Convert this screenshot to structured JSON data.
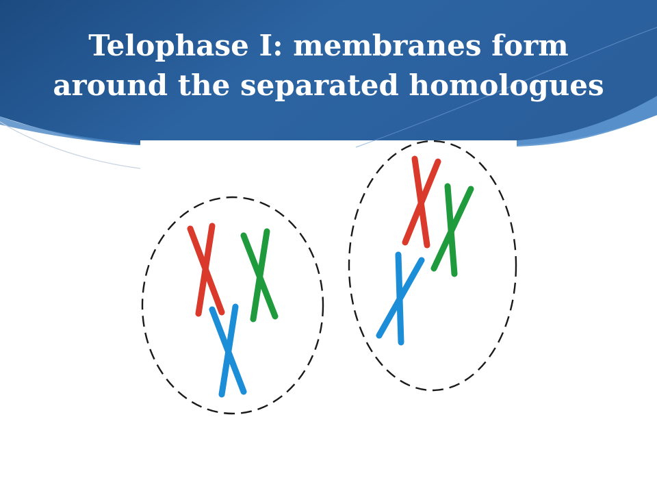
{
  "slide": {
    "title_line_1": "Telophase I: membranes form",
    "title_line_2": "around the separated homologues"
  },
  "colors": {
    "banner_dark": "#1e4f86",
    "banner_mid": "#2f6aa8",
    "banner_light": "#5b95cf",
    "chromosome_red": "#d93a2b",
    "chromosome_green": "#1f9a3c",
    "chromosome_blue": "#1c8ed8",
    "membrane": "#1a1a1a"
  },
  "diagram": {
    "cells": [
      {
        "name": "left-cell",
        "chromosomes": [
          "red",
          "green",
          "blue"
        ]
      },
      {
        "name": "right-cell",
        "chromosomes": [
          "red",
          "green",
          "blue"
        ]
      }
    ]
  }
}
